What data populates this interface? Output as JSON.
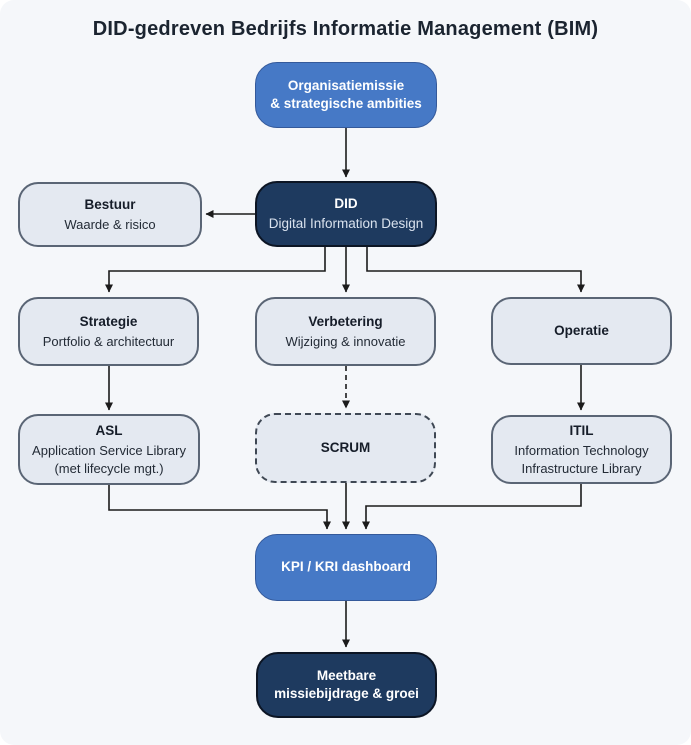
{
  "title": "DID-gedreven Bedrijfs Informatie Management (BIM)",
  "colors": {
    "background": "#f5f7fa",
    "blue": "#4679c6",
    "blue_border": "#34599a",
    "navy": "#1e3a5f",
    "navy_border": "#0c1524",
    "light_fill": "#e4e9f1",
    "light_border": "#5a6575",
    "connector": "#1b1b1b",
    "text_dark": "#161d29",
    "text_light": "#ffffff"
  },
  "nodes": {
    "mission": {
      "line1": "Organisatiemissie",
      "line2": "& strategische ambities"
    },
    "did": {
      "title": "DID",
      "subtitle": "Digital Information Design"
    },
    "bestuur": {
      "title": "Bestuur",
      "subtitle": "Waarde & risico"
    },
    "strategie": {
      "title": "Strategie",
      "subtitle": "Portfolio & architectuur"
    },
    "verbetering": {
      "title": "Verbetering",
      "subtitle": "Wijziging & innovatie"
    },
    "operatie": {
      "title": "Operatie"
    },
    "asl": {
      "title": "ASL",
      "subtitle": "Application Service Library (met lifecycle mgt.)"
    },
    "scrum": {
      "title": "SCRUM"
    },
    "itil": {
      "title": "ITIL",
      "subtitle": "Information Technology Infrastructure Library"
    },
    "kpi": {
      "title": "KPI / KRI dashboard"
    },
    "meetbare": {
      "line1": "Meetbare",
      "line2": "missiebijdrage & groei"
    }
  }
}
